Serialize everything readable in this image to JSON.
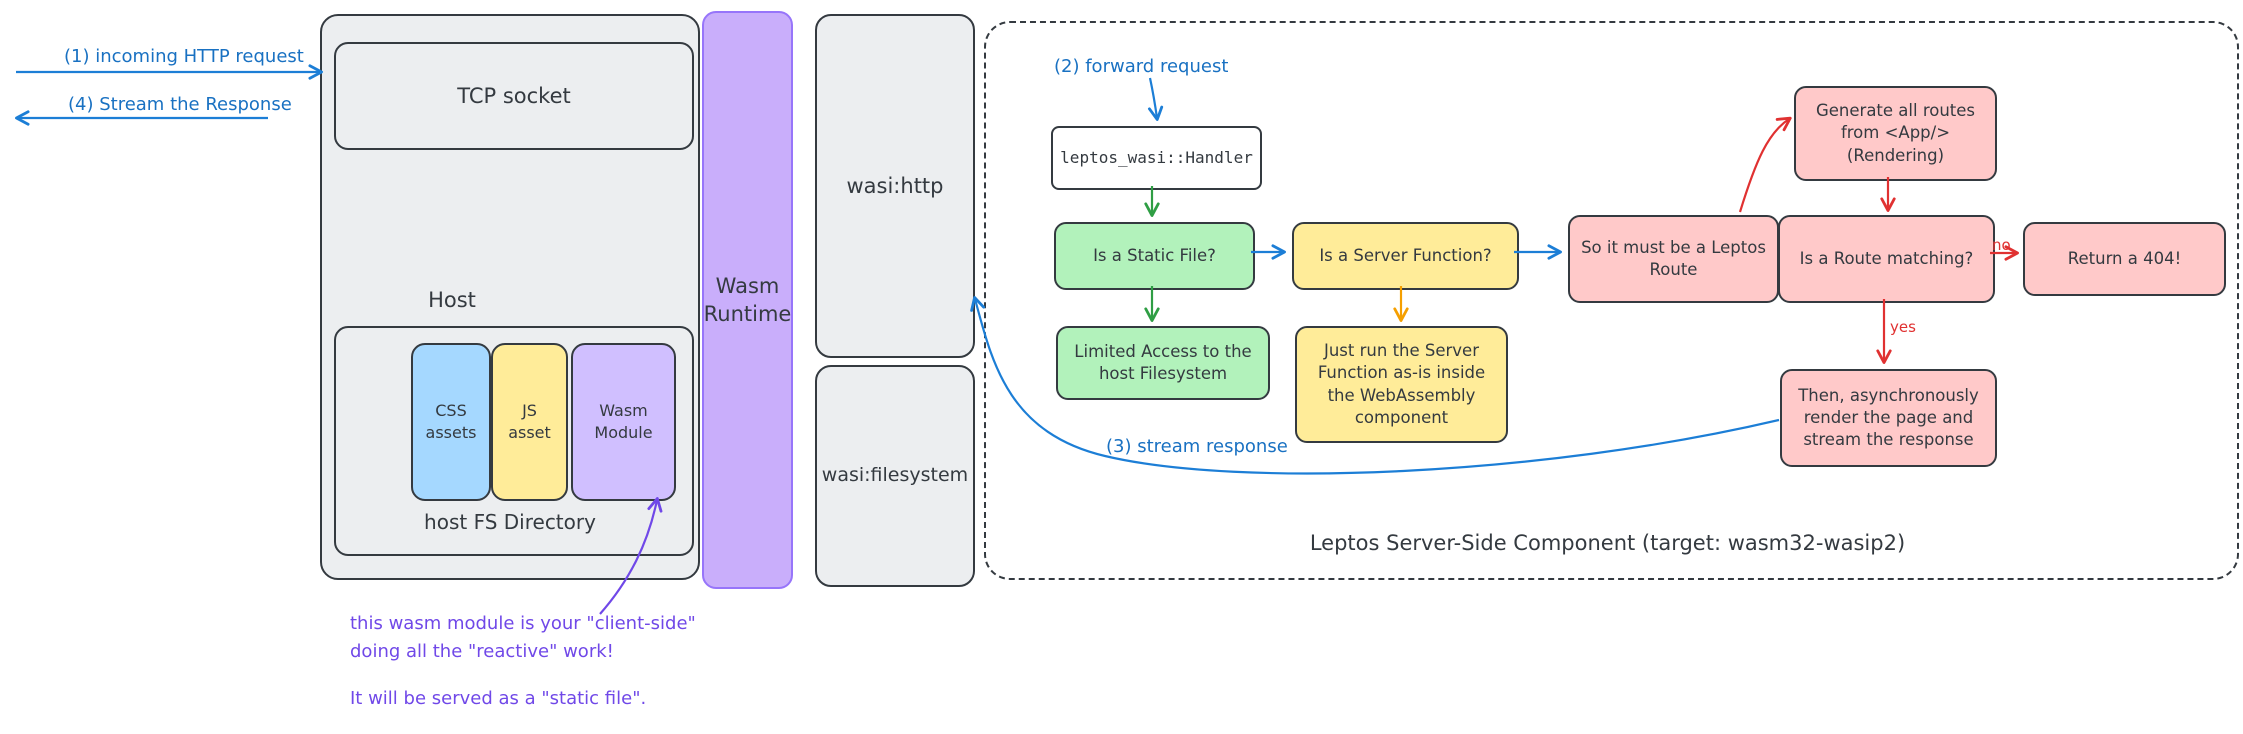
{
  "left_flow": {
    "incoming_request": "(1) incoming HTTP request",
    "stream_the_response": "(4) Stream the Response"
  },
  "host": {
    "label": "Host",
    "tcp_socket": "TCP socket",
    "fs_directory": "host FS Directory",
    "css_assets": "CSS\nassets",
    "js_asset": "JS\nasset",
    "wasm_module": "Wasm\nModule"
  },
  "wasm_runtime": "Wasm\nRuntime",
  "wasi": {
    "http": "wasi:http",
    "filesystem": "wasi:filesystem"
  },
  "component": {
    "title": "Leptos Server-Side Component (target: wasm32-wasip2)",
    "forward_request": "(2) forward request",
    "stream_response": "(3) stream response",
    "handler": "leptos_wasi::Handler",
    "is_static_file": "Is a Static File?",
    "limited_access": "Limited Access to the\nhost Filesystem",
    "is_server_function": "Is a Server Function?",
    "just_run": "Just run the Server\nFunction as-is inside\nthe WebAssembly\ncomponent",
    "leptos_route": "So it must be a Leptos\nRoute",
    "generate_routes": "Generate all routes\nfrom <App/>\n(Rendering)",
    "route_matching": "Is a Route matching?",
    "return_404": "Return a 404!",
    "no": "no",
    "yes": "yes",
    "then_render": "Then, asynchronously\nrender the page and\nstream the response"
  },
  "wasm_note": {
    "reactive": "this wasm module is your \"client-side\"\ndoing all the \"reactive\" work!",
    "static_file": "It will be served as a \"static file\"."
  },
  "colors": {
    "blue": "#1c7ed6",
    "green": "#2f9e44",
    "yellow": "#f59f00",
    "red": "#e03131",
    "purple": "#7048e8",
    "ink": "#343a40"
  }
}
